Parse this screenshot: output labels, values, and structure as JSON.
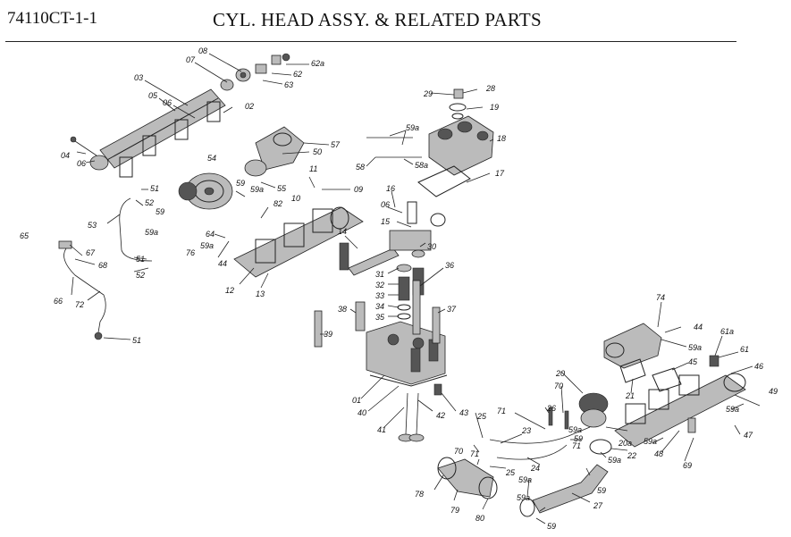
{
  "header": {
    "code": "74110CT-1-1",
    "title": "CYL. HEAD  ASSY. &  RELATED PARTS"
  },
  "labels": {
    "l01": "01",
    "l02": "02",
    "l03": "03",
    "l04": "04",
    "l05": "05",
    "l06a": "06",
    "l06b": "06",
    "l06c": "06",
    "l07": "07",
    "l08": "08",
    "l09": "09",
    "l10": "10",
    "l11": "11",
    "l12": "12",
    "l13": "13",
    "l14": "14",
    "l15": "15",
    "l16": "16",
    "l17": "17",
    "l18": "18",
    "l19": "19",
    "l20": "20",
    "l20a": "20a",
    "l21": "21",
    "l22": "22",
    "l23": "23",
    "l24": "24",
    "l25a": "25",
    "l25b": "25",
    "l26": "26",
    "l27": "27",
    "l28": "28",
    "l29": "29",
    "l30": "30",
    "l31": "31",
    "l32": "32",
    "l33": "33",
    "l34": "34",
    "l35": "35",
    "l36": "36",
    "l37": "37",
    "l38": "38",
    "l39": "39",
    "l40": "40",
    "l41": "41",
    "l42": "42",
    "l43": "43",
    "l44a": "44",
    "l44b": "44",
    "l45": "45",
    "l46": "46",
    "l47": "47",
    "l48": "48",
    "l49": "49",
    "l50": "50",
    "l51a": "51",
    "l51b": "51",
    "l51c": "51",
    "l52a": "52",
    "l52b": "52",
    "l53": "53",
    "l54": "54",
    "l55": "55",
    "l57": "57",
    "l58": "58",
    "l58a": "58a",
    "l59a": "59",
    "l59b": "59",
    "l59c": "59",
    "l59d": "59",
    "l59e": "59",
    "l59aa": "59a",
    "l59ab": "59a",
    "l59ac": "59a",
    "l59ad": "59a",
    "l59ae": "59a",
    "l59af": "59a",
    "l59ag": "59a",
    "l59ah": "59a",
    "l59ai": "59a",
    "l59aj": "59a",
    "l59ak": "59a",
    "l61": "61",
    "l61a": "61a",
    "l62": "62",
    "l62a": "62a",
    "l63": "63",
    "l64": "64",
    "l65": "65",
    "l66": "66",
    "l67": "67",
    "l68": "68",
    "l69": "69",
    "l70a": "70",
    "l70b": "70",
    "l71a": "71",
    "l71b": "71",
    "l71c": "71",
    "l72": "72",
    "l74": "74",
    "l76": "76",
    "l78": "78",
    "l79": "79",
    "l80": "80",
    "l82": "82"
  }
}
